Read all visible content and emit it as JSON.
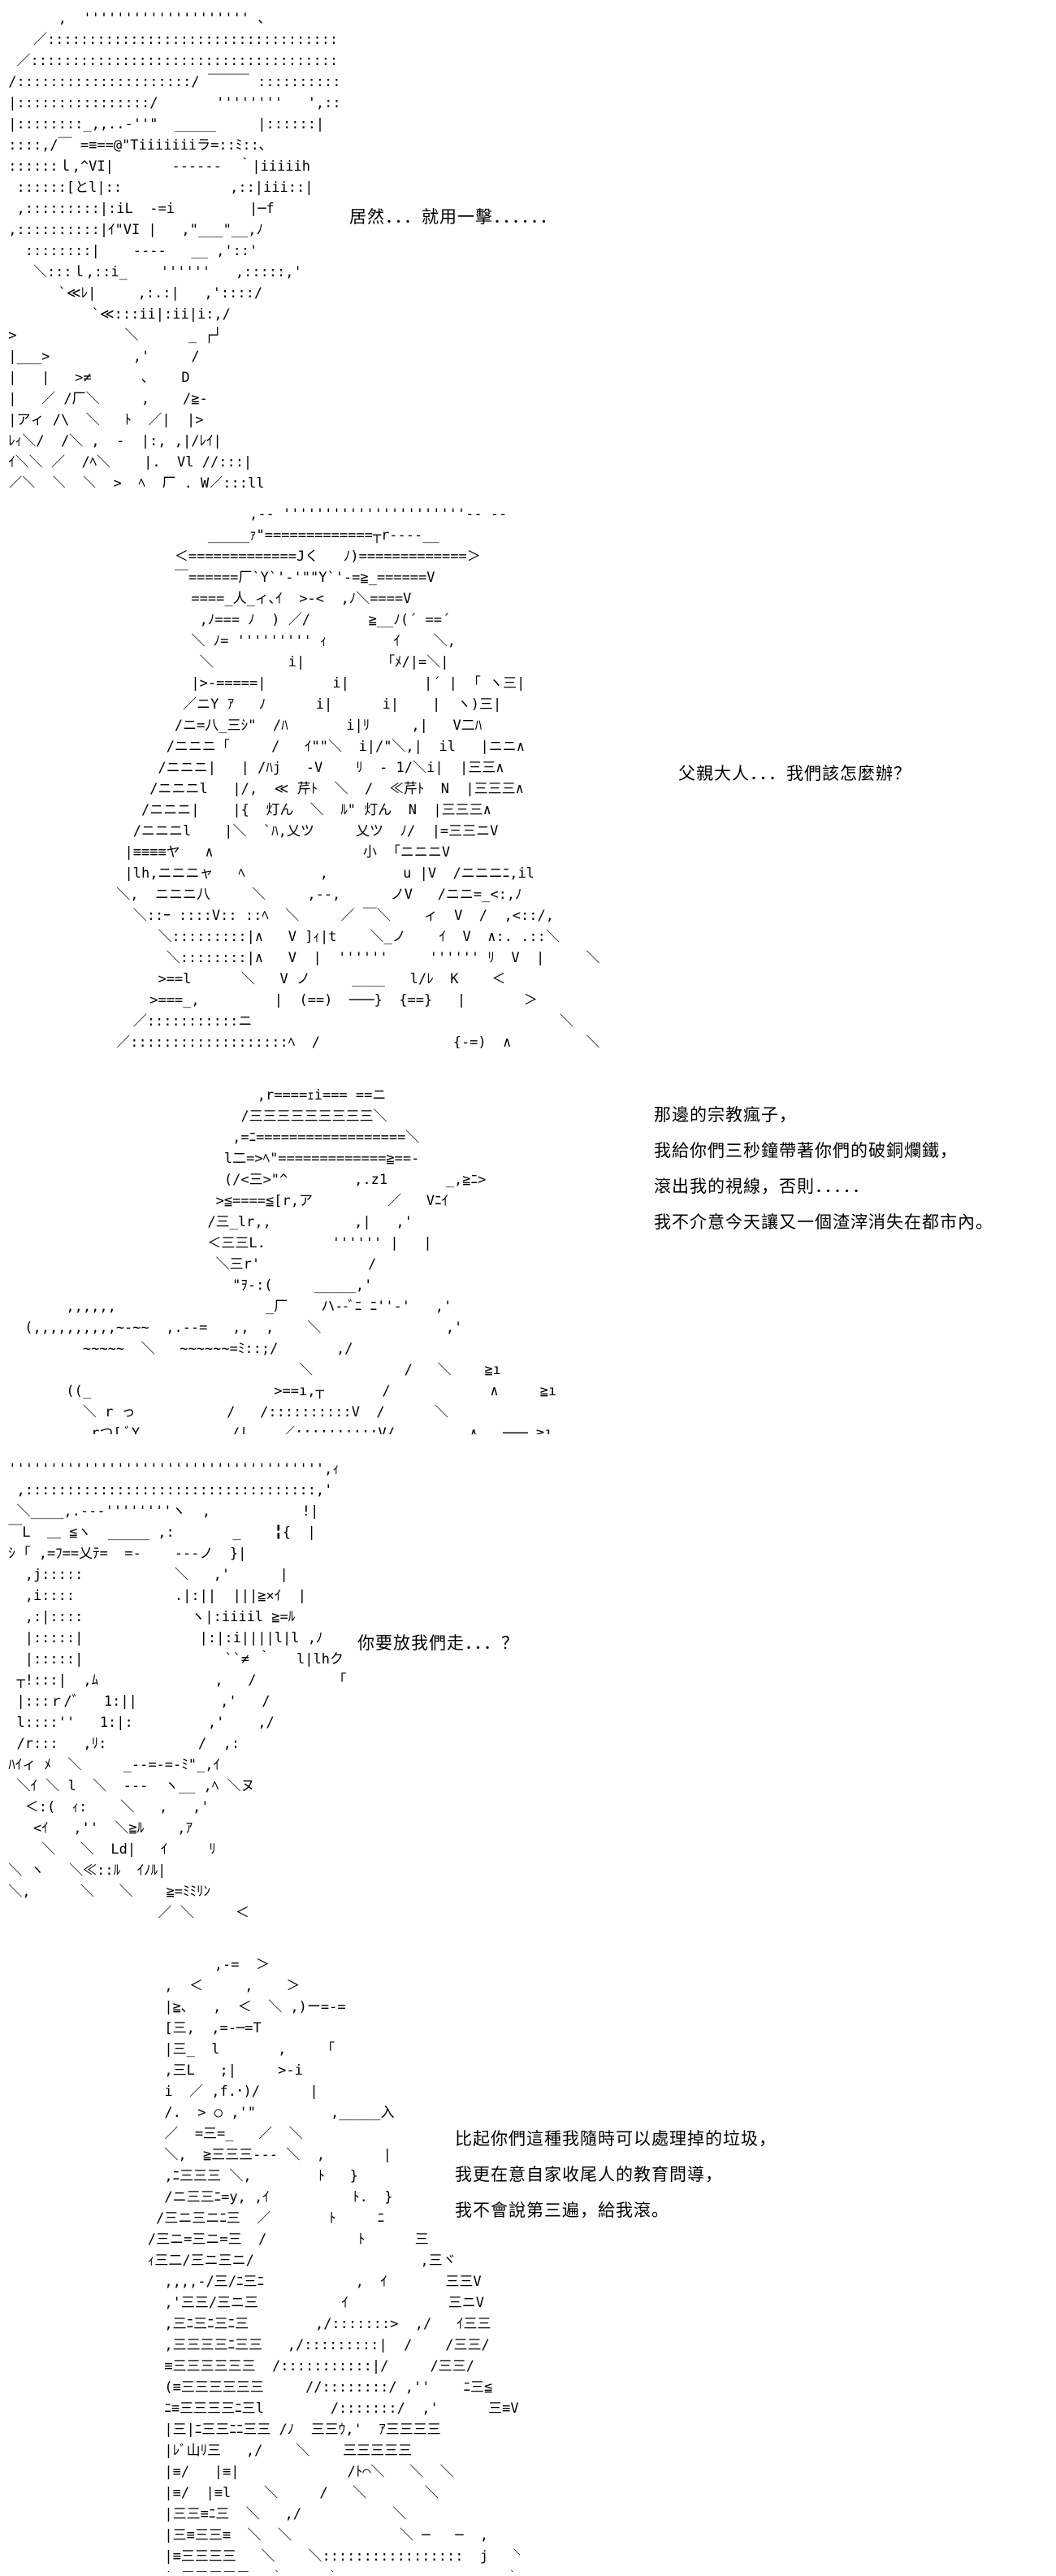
{
  "panels": [
    {
      "lines": [
        "居然．．．就用一擊．．．．．．"
      ]
    },
    {
      "lines": [
        "父親大人．．．我們該怎麼辦？"
      ]
    },
    {
      "lines": [
        "那邊的宗教瘋子，",
        "我給你們三秒鐘帶著你們的破銅爛鐵，",
        "滾出我的視線，否則．．．．．",
        "我不介意今天讓又一個渣滓消失在都市內。"
      ]
    },
    {
      "lines": [
        "你要放我們走．．．？"
      ]
    },
    {
      "lines": [
        "比起你們這種我隨時可以處理掉的垃圾，",
        "我更在意自家收尾人的教育問導，",
        "我不會說第三遍，給我滾。"
      ]
    }
  ]
}
